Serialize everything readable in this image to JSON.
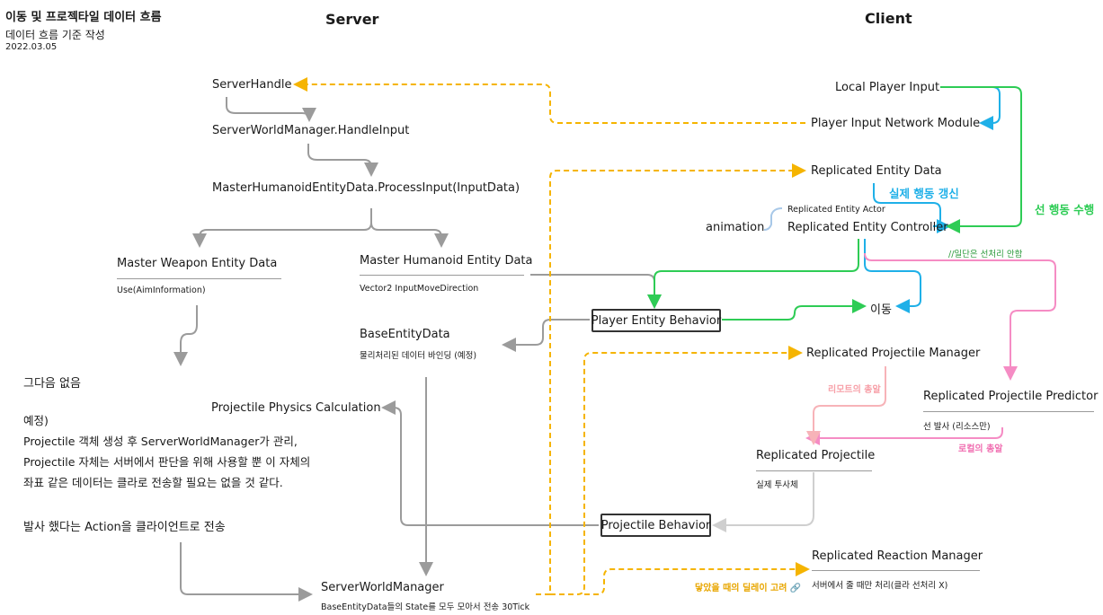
{
  "header": {
    "title": "이동 및 프로젝타일 데이터 흐름",
    "subtitle": "데이터 흐름 기준 작성",
    "date": "2022.03.05"
  },
  "columns": {
    "server": "Server",
    "client": "Client"
  },
  "server": {
    "server_handle": "ServerHandle",
    "handle_input": "ServerWorldManager.HandleInput",
    "process_input": "MasterHumanoidEntityData.ProcessInput(InputData)",
    "weapon_data": "Master Weapon Entity Data",
    "weapon_data_detail": "Use(AimInformation)",
    "humanoid_data": "Master Humanoid Entity Data",
    "humanoid_data_detail": "Vector2 InputMoveDirection",
    "base_entity": "BaseEntityData",
    "base_entity_detail": "물리처리된 데이터 바인딩 (예정)",
    "player_behavior": "Player Entity Behavior",
    "physics_calc": "Projectile Physics Calculation",
    "projectile_behavior": "Projectile Behavior",
    "world_manager": "ServerWorldManager",
    "world_manager_detail": "BaseEntityData들의 State를 모두 모아서 전송 30Tick"
  },
  "notes": {
    "nothing_next": "그다음 없음",
    "planned": "예정)\nProjectile 객체 생성 후 ServerWorldManager가 관리,\nProjectile 자체는 서버에서 판단을 위해 사용할 뿐 이 자체의\n좌표 같은 데이터는 클라로 전송할 필요는 없을 것 같다.",
    "fire_action": "발사 했다는 Action을 클라이언트로 전송"
  },
  "client": {
    "local_input": "Local Player Input",
    "input_module": "Player Input Network Module",
    "replicated_data": "Replicated Entity Data",
    "actual_update": "실제 행동 갱신",
    "controller_actor": "Replicated Entity Actor",
    "animation": "animation",
    "controller": "Replicated Entity Controller",
    "pre_action": "선 행동 수행",
    "no_pre_process": "//일단은 선처리 안함",
    "move": "이동",
    "projectile_manager": "Replicated Projectile Manager",
    "remote_bullet": "리모트의 총알",
    "predictor": "Replicated Projectile Predictor",
    "predictor_detail": "선 발사 (리소스만)",
    "local_bullet": "로컬의 총알",
    "projectile": "Replicated Projectile",
    "projectile_detail": "실제 투사체",
    "reaction_manager": "Replicated Reaction Manager",
    "reaction_detail": "서버에서 줄 때만 처리(클라 선처리 X)",
    "delay_note": "닿았을 때의 딜레이 고려 🔗"
  },
  "colors": {
    "gray": "#9b9b9b",
    "orange": "#f5b400",
    "green": "#2ecc55",
    "blue": "#1fb0e8",
    "pink": "#f58cc4",
    "light_pink": "#f7b3b8",
    "light_gray": "#cfcfcf"
  }
}
